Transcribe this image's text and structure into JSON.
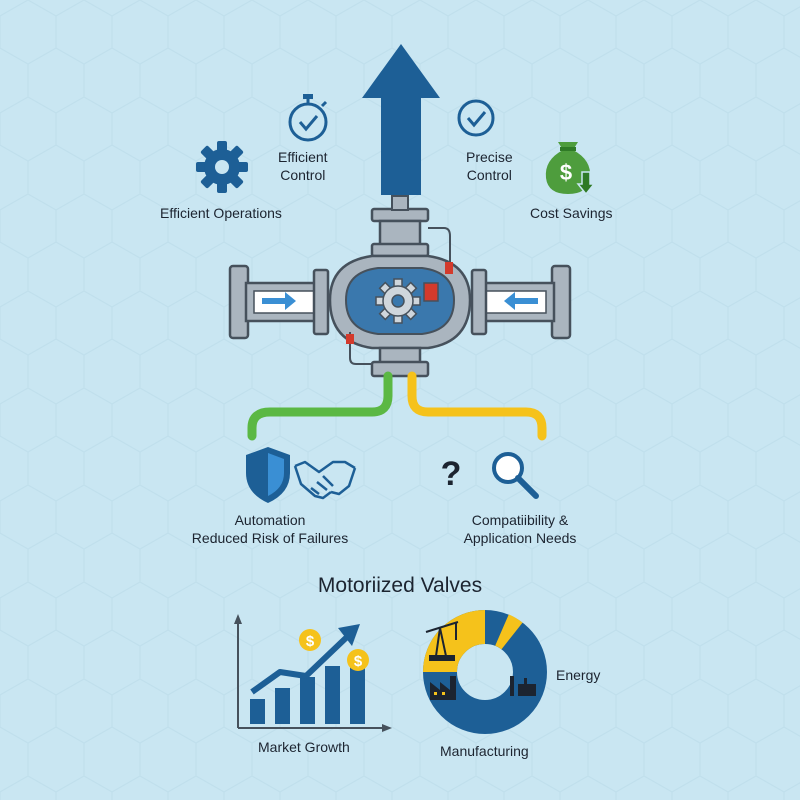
{
  "title": "Motoriized Valves",
  "benefits": {
    "efficient_operations": "Efficient Operations",
    "efficient_control": [
      "Efficient",
      "Control"
    ],
    "precise_control": [
      "Precise",
      "Control"
    ],
    "cost_savings": "Cost Savings"
  },
  "considerations": {
    "automation": [
      "Automation",
      "Reduced Risk of Failures"
    ],
    "compatibility": [
      "Compatiibility &",
      "Application Needs"
    ],
    "question_mark": "?"
  },
  "market": {
    "growth_label": "Market Growth",
    "bar_levels": [
      1,
      2,
      3,
      4,
      5
    ],
    "coin_symbol": "$"
  },
  "segments": {
    "energy_label": "Energy",
    "manufacturing_label": "Manufacturing",
    "colors": {
      "energy": "#f5c21b",
      "manufacturing": "#1d5f96"
    }
  },
  "colors": {
    "primary_blue": "#1d5f96",
    "green": "#5bb844",
    "yellow": "#f5c21b",
    "valve_gray": "#aab5bf",
    "background": "#c9e6f2"
  },
  "icons": [
    "gear-icon",
    "stopwatch-icon",
    "check-circle-icon",
    "money-bag-icon",
    "shield-icon",
    "handshake-icon",
    "question-icon",
    "magnifier-icon",
    "growth-chart-icon",
    "donut-chart-icon"
  ]
}
